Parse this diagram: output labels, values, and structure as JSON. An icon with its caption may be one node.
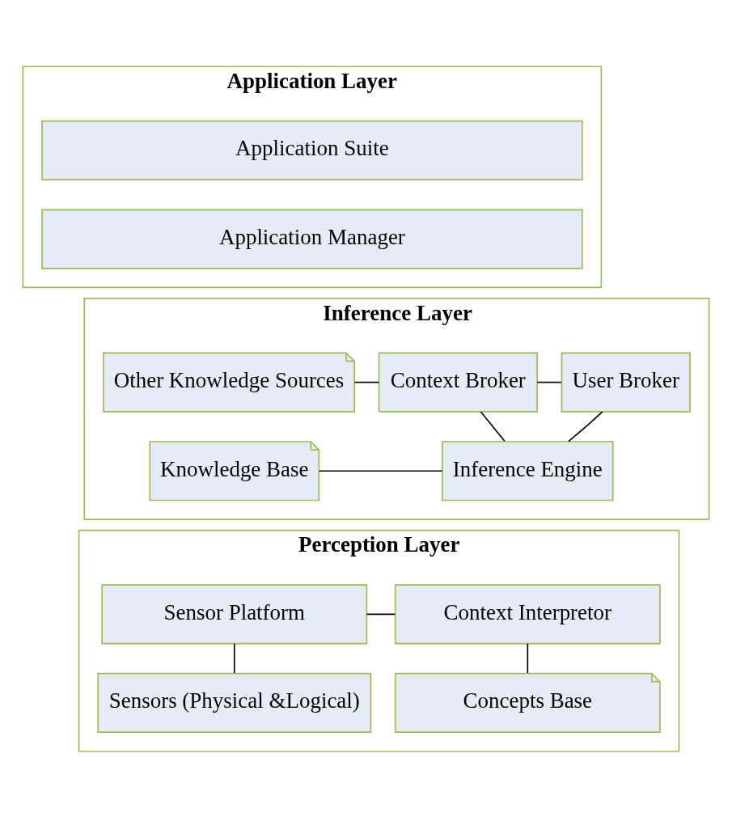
{
  "diagram": {
    "nodes": [
      {
        "text": [
          "Application Layer"
        ]
      },
      {
        "text": [
          "Application Suite"
        ],
        "in": 0
      },
      {
        "text": [
          "Application Manager"
        ],
        "in": 0
      },
      {
        "text": [
          "Inference Layer"
        ]
      },
      {
        "text": [
          "Other Knowledge Sources"
        ],
        "in": 3
      },
      {
        "text": [
          "Context Broker"
        ],
        "in": 3
      },
      {
        "text": [
          "User Broker"
        ],
        "in": 3
      },
      {
        "text": [
          "Knowledge Base"
        ],
        "in": 3
      },
      {
        "text": [
          "Inference Engine"
        ],
        "in": 3
      },
      {
        "text": [
          "Perception Layer"
        ]
      },
      {
        "text": [
          "Sensor Platform"
        ],
        "in": 9
      },
      {
        "text": [
          "Context Interpretor"
        ],
        "in": 9
      },
      {
        "text": [
          "Sensors (Physical &Logical)"
        ],
        "in": 9
      },
      {
        "text": [
          "Concepts Base"
        ],
        "in": 9
      }
    ],
    "edges": [
      {
        "from": 4,
        "to": 5,
        "arrow": "none"
      },
      {
        "from": 5,
        "to": 6,
        "arrow": "none"
      },
      {
        "from": 5,
        "to": 8,
        "arrow": "none"
      },
      {
        "from": 7,
        "to": 8,
        "arrow": "none"
      },
      {
        "from": 8,
        "to": 6,
        "arrow": "none"
      },
      {
        "from": 10,
        "to": 11,
        "arrow": "none"
      },
      {
        "from": 10,
        "to": 12,
        "arrow": "none"
      },
      {
        "from": 11,
        "to": 13,
        "arrow": "none"
      }
    ]
  }
}
